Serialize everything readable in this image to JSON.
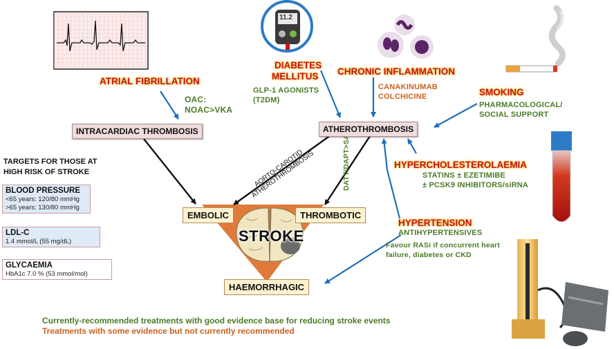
{
  "risk_factors": {
    "atrial_fibrillation": "ATRIAL FIBRILLATION",
    "diabetes_line1": "DIABETES",
    "diabetes_line2": "MELLITUS",
    "chronic_inflammation": "CHRONIC INFLAMMATION",
    "smoking": "SMOKING",
    "hypercholesterolaemia": "HYPERCHOLESTEROLAEMIA",
    "hypertension": "HYPERTENSION"
  },
  "treatments": {
    "oac_line1": "OAC:",
    "oac_line2": "NOAC>VKA",
    "glp1_line1": "GLP-1 AGONISTS",
    "glp1_line2": "(T2DM)",
    "canakinumab": "CANAKINUMAB",
    "colchicine": "COLCHICINE",
    "smoking_support_line1": "PHARMACOLOGICAL/",
    "smoking_support_line2": "SOCIAL SUPPORT",
    "statins": "STATINS ± EZETIMIBE",
    "pcsk9": "± PCSK9 INHIBITORS/siRNA",
    "antihypertensives": "ANTIHYPERTENSIVES",
    "rasi_line1": "Favour RASi if concurrent heart",
    "rasi_line2": "failure, diabetes or CKD",
    "datt": "DATT/DAPT>SAPT"
  },
  "mechanisms": {
    "intracardiac": "INTRACARDIAC THROMBOSIS",
    "atherothrombosis": "ATHEROTHROMBOSIS",
    "aorto_line1": "AORTO-CAROTID",
    "aorto_line2": "ATHEROTHROMBOSIS"
  },
  "stroke": {
    "title": "STROKE",
    "embolic": "EMBOLIC",
    "thrombotic": "THROMBOTIC",
    "haemorrhagic": "HAEMORRHAGIC"
  },
  "targets": {
    "heading_line1": "TARGETS FOR THOSE AT",
    "heading_line2": "HIGH RISK OF STROKE",
    "bp_title": "BLOOD PRESSURE",
    "bp_line1": "<65 years: 120/80 mmHg",
    "bp_line2": ">65 years: 130/80 mmHg",
    "ldl_title": "LDL-C",
    "ldl_line1": "1.4 mmol/L (55 mg/dL)",
    "gly_title": "GLYCAEMIA",
    "gly_line1": "HbA1c 7.0 % (53 mmol/mol)"
  },
  "glucometer_reading": "11.2",
  "legend": {
    "green": "Currently-recommended treatments with good evidence base for reducing stroke events",
    "orange": "Treatments with some evidence but not currently recommended"
  },
  "colors": {
    "risk_factor_red": "#c4161c",
    "recommended_green": "#4a7a25",
    "some_evidence_orange": "#c9621c",
    "arrow_blue": "#1e6fb8"
  }
}
